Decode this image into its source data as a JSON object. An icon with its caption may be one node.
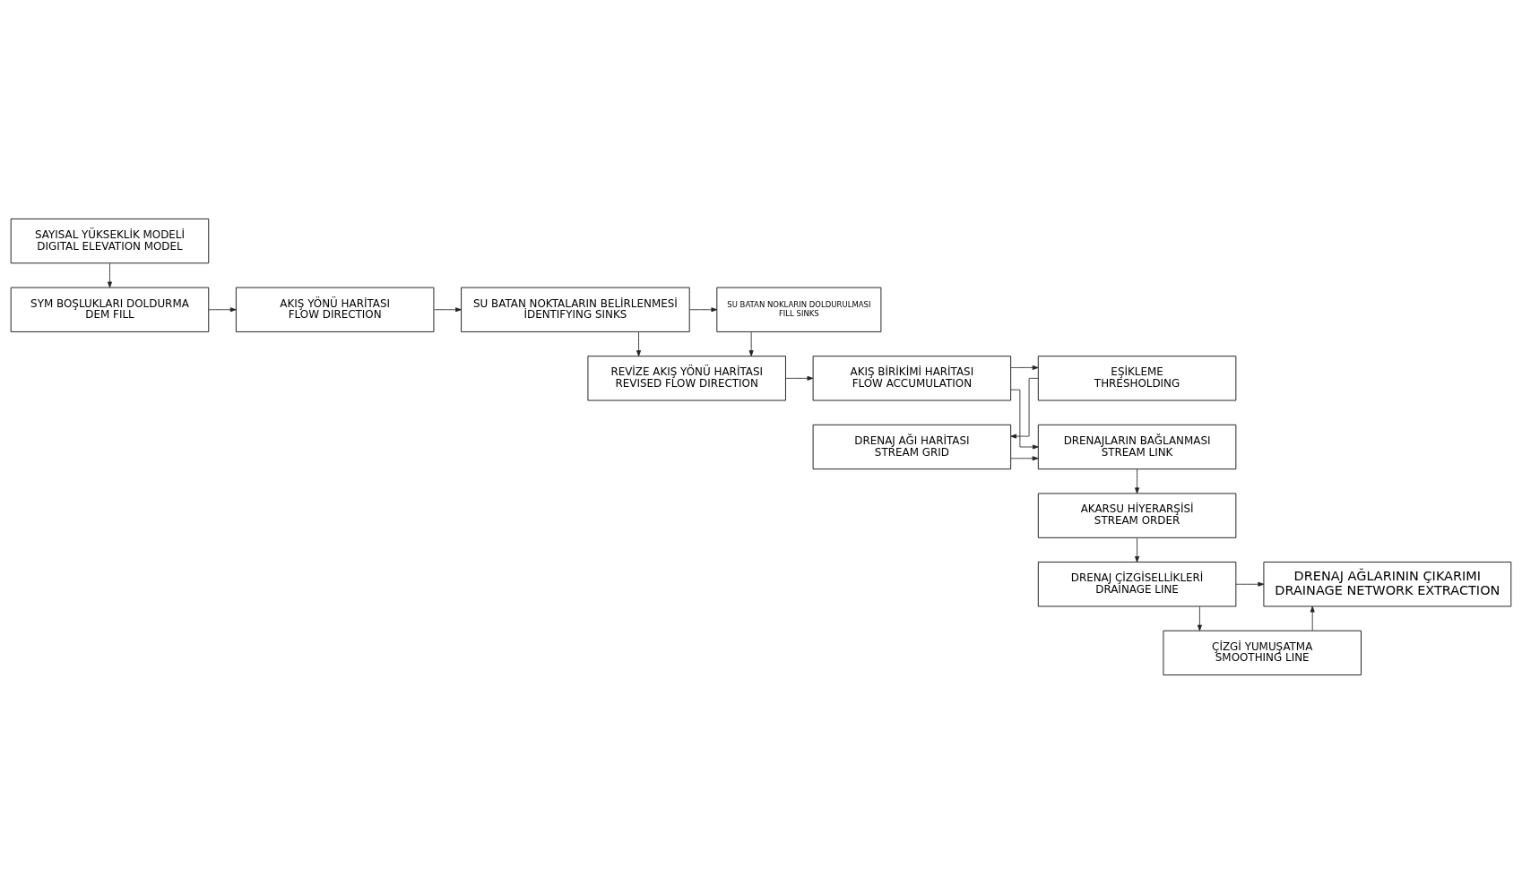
{
  "diagram": {
    "nodes": [
      {
        "text": [
          "SAYISAL YÜKSEKLİK MODELİ",
          "DIGITAL ELEVATION MODEL"
        ]
      },
      {
        "text": [
          "SYM BOŞLUKLARI DOLDURMA",
          "DEM FILL"
        ]
      },
      {
        "text": [
          "AKIŞ YÖNÜ HARİTASI",
          "FLOW DIRECTION"
        ]
      },
      {
        "text": [
          "SU BATAN NOKTALARIN BELİRLENMESİ",
          "İDENTIFYING SINKS"
        ]
      },
      {
        "text": [
          "SU BATAN NOKLARIN DOLDURULMASI",
          "FILL SINKS"
        ]
      },
      {
        "text": [
          "EŞİKLEME",
          "THRESHOLDING"
        ]
      },
      {
        "text": [
          "AKIŞ BİRİKİMİ HARİTASI",
          "FLOW ACCUMULATION"
        ]
      },
      {
        "text": [
          "REVİZE AKIŞ YÖNÜ HARİTASI",
          "REVISED FLOW DIRECTION"
        ]
      },
      {
        "text": [
          "DRENAJ AĞI HARİTASI",
          "STREAM GRID"
        ]
      },
      {
        "text": [
          "DRENAJLARIN BAĞLANMASI",
          "STREAM LINK"
        ]
      },
      {
        "text": [
          "AKARSU HİYERARŞİSİ",
          "STREAM ORDER"
        ]
      },
      {
        "text": [
          "DRENAJ ÇİZGİSELLİKLERİ",
          "DRAINAGE LINE"
        ]
      },
      {
        "text": [
          "DRENAJ AĞLARININ ÇIKARIMI",
          "DRAINAGE NETWORK EXTRACTION"
        ]
      },
      {
        "text": [
          "ÇİZGİ YUMUŞATMA",
          "SMOOTHING LINE"
        ]
      }
    ],
    "edges": [
      {
        "from": 0,
        "to": 1,
        "arrow": "to"
      },
      {
        "from": 1,
        "to": 2,
        "arrow": "to"
      },
      {
        "from": 2,
        "to": 3,
        "arrow": "to"
      },
      {
        "from": 3,
        "to": 4,
        "arrow": "to"
      },
      {
        "from": 3,
        "to": 7,
        "arrow": "to"
      },
      {
        "from": 4,
        "to": 7,
        "arrow": "to"
      },
      {
        "from": 7,
        "to": 6,
        "arrow": "to"
      },
      {
        "from": 6,
        "to": 5,
        "arrow": "to"
      },
      {
        "from": 5,
        "to": 8,
        "arrow": "to"
      },
      {
        "from": 6,
        "to": 9,
        "arrow": "to"
      },
      {
        "from": 8,
        "to": 9,
        "arrow": "to"
      },
      {
        "from": 9,
        "to": 10,
        "arrow": "to"
      },
      {
        "from": 10,
        "to": 11,
        "arrow": "to"
      },
      {
        "from": 11,
        "to": 12,
        "arrow": "to"
      },
      {
        "from": 11,
        "to": 13,
        "arrow": "to"
      },
      {
        "from": 13,
        "to": 12,
        "arrow": "to"
      }
    ]
  }
}
